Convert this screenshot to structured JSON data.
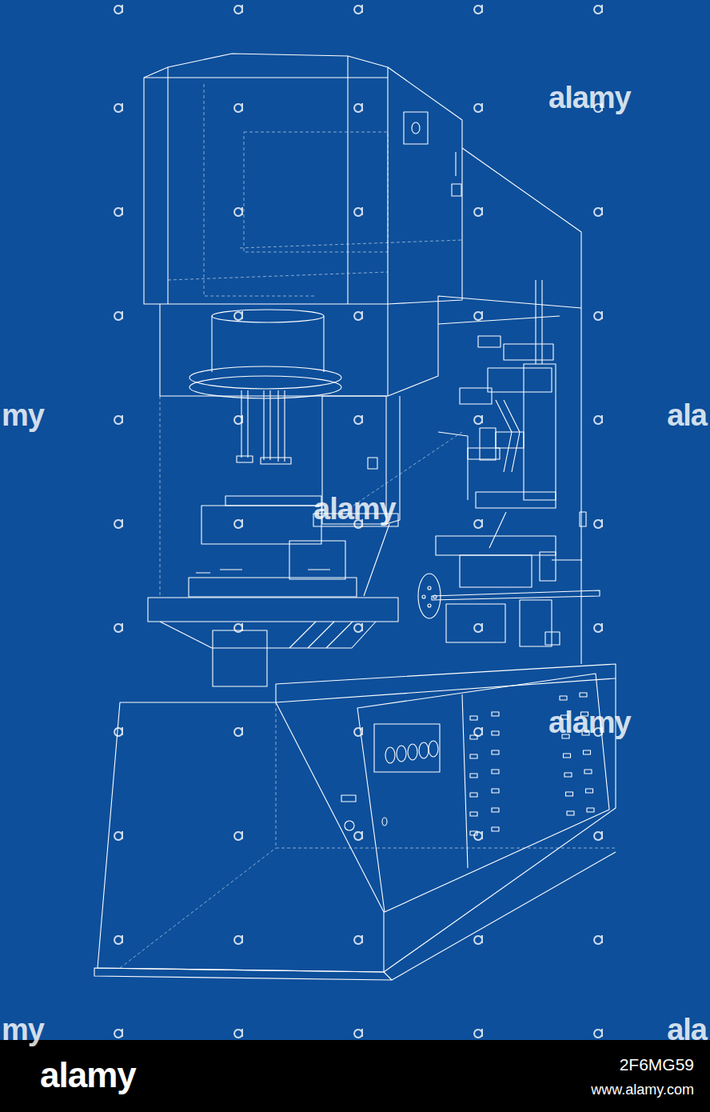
{
  "diagram": {
    "labels": [
      "alamy",
      "my",
      "ala",
      "alamy",
      "alamy",
      "my",
      "ala",
      "alamy",
      "2F6MG59",
      "www.alamy.com"
    ]
  }
}
